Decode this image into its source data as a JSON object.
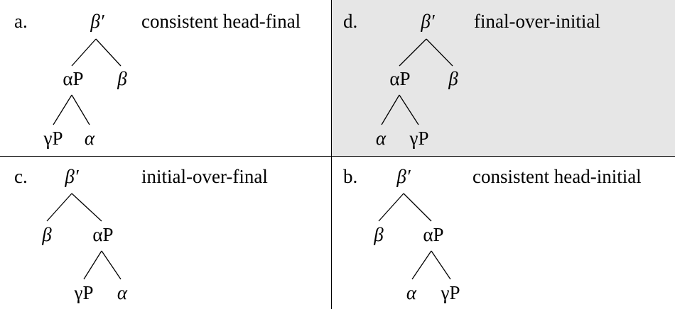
{
  "panels": {
    "a": {
      "label": "a.",
      "title": "consistent head-final",
      "root": "β′",
      "mid_left": "αP",
      "mid_right": "β",
      "leaf_left": "γP",
      "leaf_right": "α"
    },
    "d": {
      "label": "d.",
      "title": "final-over-initial",
      "root": "β′",
      "mid_left": "αP",
      "mid_right": "β",
      "leaf_left": "α",
      "leaf_right": "γP",
      "background": "#e6e6e6"
    },
    "c": {
      "label": "c.",
      "title": "initial-over-final",
      "root": "β′",
      "mid_left": "β",
      "mid_right": "αP",
      "leaf_left": "γP",
      "leaf_right": "α"
    },
    "b": {
      "label": "b.",
      "title": "consistent head-initial",
      "root": "β′",
      "mid_left": "β",
      "mid_right": "αP",
      "leaf_left": "α",
      "leaf_right": "γP"
    }
  }
}
